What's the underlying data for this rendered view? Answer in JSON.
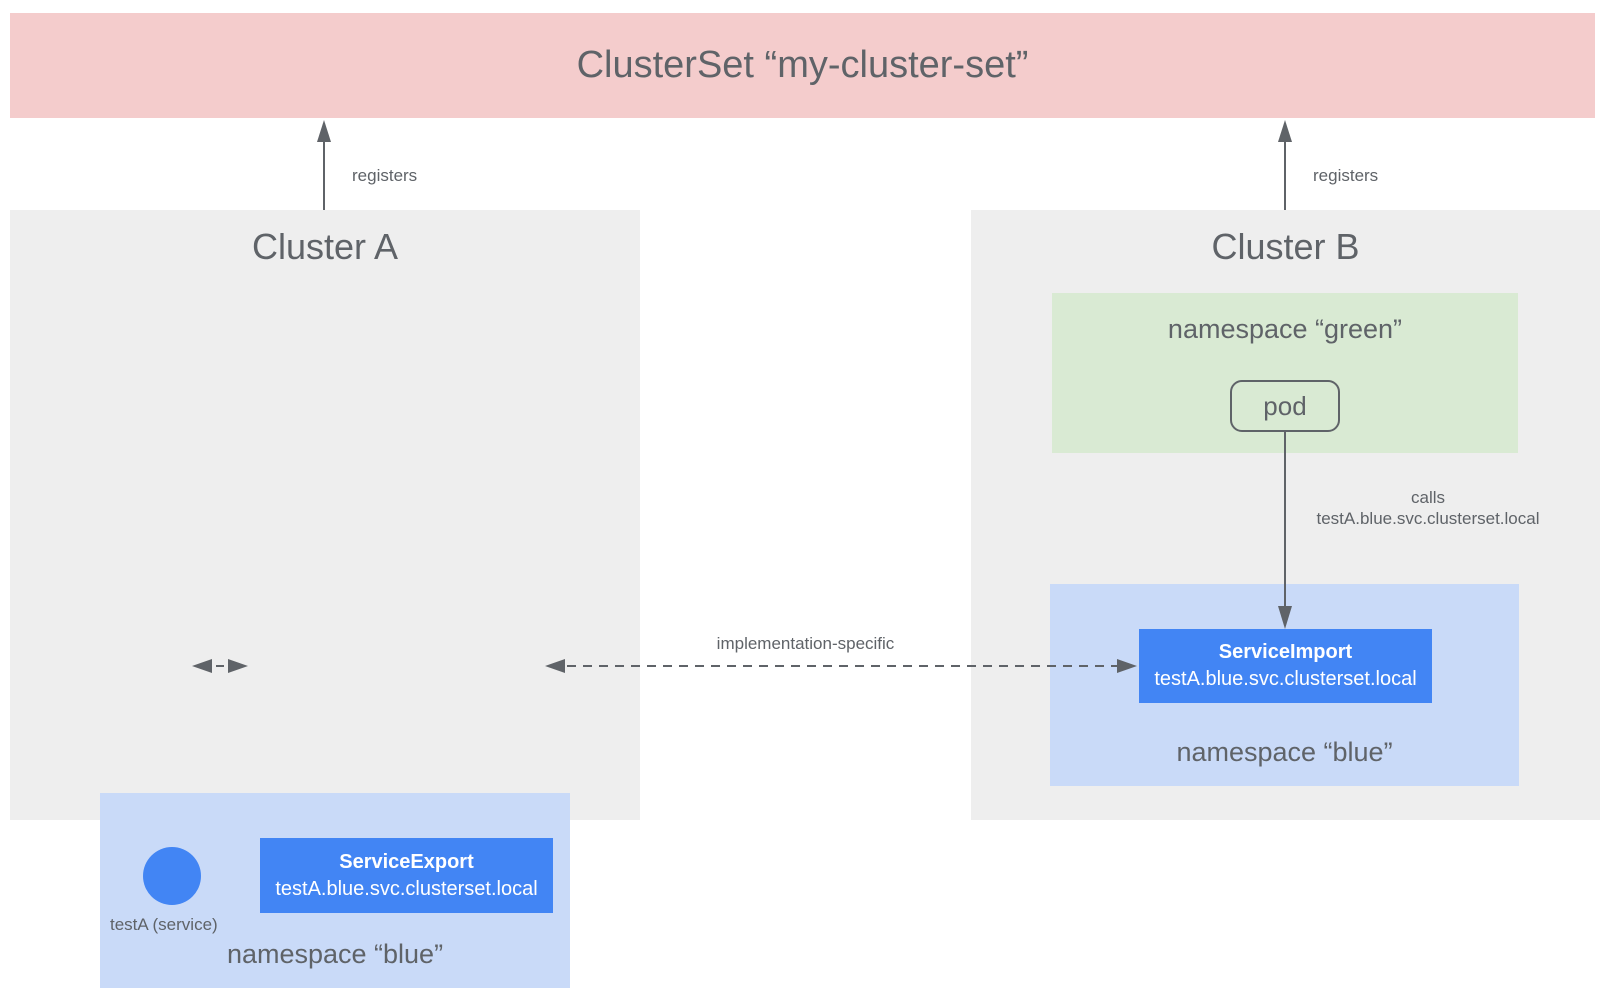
{
  "colors": {
    "clusterset_bg": "#f4cccc",
    "cluster_bg": "#eeeeee",
    "namespace_green_bg": "#d9ead3",
    "namespace_blue_bg": "#c9daf8",
    "service_accent": "#4285f4",
    "text_gray": "#5f6368",
    "arrow_gray": "#5f6368"
  },
  "clusterset": {
    "title": "ClusterSet “my-cluster-set”"
  },
  "cluster_a": {
    "title": "Cluster A",
    "registers_label": "registers",
    "namespace_blue": {
      "title": "namespace “blue”",
      "service_label": "testA (service)",
      "service_export": {
        "kind": "ServiceExport",
        "dns": "testA.blue.svc.clusterset.local"
      }
    }
  },
  "cluster_b": {
    "title": "Cluster B",
    "registers_label": "registers",
    "namespace_green": {
      "title": "namespace “green”",
      "pod_label": "pod"
    },
    "calls": {
      "verb": "calls",
      "target": "testA.blue.svc.clusterset.local"
    },
    "namespace_blue": {
      "title": "namespace “blue”",
      "service_import": {
        "kind": "ServiceImport",
        "dns": "testA.blue.svc.clusterset.local"
      }
    }
  },
  "connection_label": "implementation-specific"
}
